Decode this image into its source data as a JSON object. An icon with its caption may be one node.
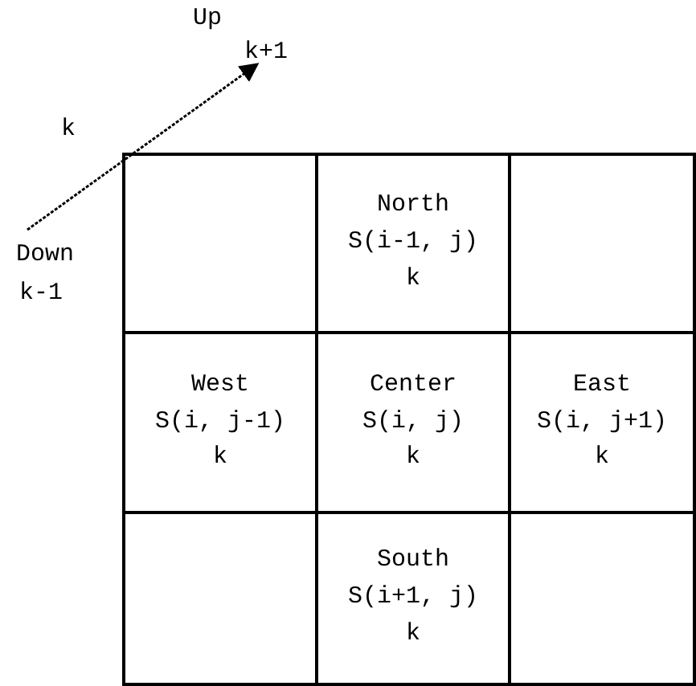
{
  "diagram": {
    "nodes": [
      {
        "text": [],
        "shape": "box"
      },
      {
        "text": [
          "North",
          "S(i-1, j)",
          "k"
        ]
      },
      {
        "text": [],
        "shape": "box"
      },
      {
        "text": [
          "West",
          "S(i, j-1)",
          "k"
        ]
      },
      {
        "text": [
          "Center",
          "S(i, j)",
          "k"
        ]
      },
      {
        "text": [
          "East",
          "S(i, j+1)",
          "k"
        ]
      },
      {
        "text": [],
        "shape": "box"
      },
      {
        "text": [
          "South",
          "S(i+1, j)",
          "k"
        ]
      },
      {
        "text": [],
        "shape": "box"
      }
    ],
    "labels": [
      "Up",
      "k+1",
      "k",
      "Down",
      "k-1"
    ]
  }
}
